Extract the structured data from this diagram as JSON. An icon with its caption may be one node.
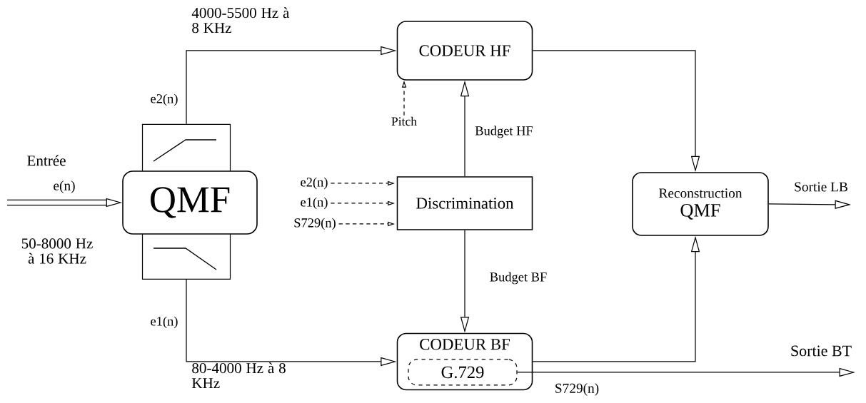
{
  "diagram": {
    "nodes": [
      {
        "text": [],
        "shape": "box"
      },
      {
        "text": [
          "QMF"
        ]
      },
      {
        "text": [
          "CODEUR HF"
        ]
      },
      {
        "text": [
          "Discrimination"
        ]
      },
      {
        "text": [
          "CODEUR BF"
        ]
      },
      {
        "text": [
          "G.729"
        ],
        "in": 4
      },
      {
        "text": [
          "Reconstruction",
          "QMF"
        ]
      },
      {
        "text": [
          "Pitch"
        ]
      },
      {
        "text": [
          "e2(n)"
        ]
      },
      {
        "text": [
          "e1(n)"
        ]
      },
      {
        "text": [
          "S729(n)"
        ]
      }
    ],
    "edges": [
      {
        "from": null,
        "to": 1,
        "arrow": "to",
        "label": "e(n)",
        "style": "thick"
      },
      {
        "from": 0,
        "to": 2,
        "arrow": "to",
        "label": "e2(n)"
      },
      {
        "from": 0,
        "to": 4,
        "arrow": "to",
        "label": "e1(n)"
      },
      {
        "from": 7,
        "to": 2,
        "arrow": "to",
        "style": "dashed"
      },
      {
        "from": 8,
        "to": 3,
        "arrow": "to",
        "style": "dashed"
      },
      {
        "from": 9,
        "to": 3,
        "arrow": "to",
        "style": "dashed"
      },
      {
        "from": 10,
        "to": 3,
        "arrow": "to",
        "style": "dashed"
      },
      {
        "from": 3,
        "to": 2,
        "arrow": "to",
        "label": "Budget HF"
      },
      {
        "from": 3,
        "to": 4,
        "arrow": "to",
        "label": "Budget BF"
      },
      {
        "from": 2,
        "to": 6,
        "arrow": "to"
      },
      {
        "from": 4,
        "to": 6,
        "arrow": "to"
      },
      {
        "from": 6,
        "to": null,
        "arrow": "to",
        "label": "Sortie LB"
      },
      {
        "from": 5,
        "to": null,
        "arrow": "to",
        "label": "S729(n)"
      }
    ],
    "labels": [
      "4000-5500 Hz à 8 KHz",
      "Entrée",
      "50-8000 Hz à 16 KHz",
      "Sortie BT",
      "80-4000 Hz à 8 KHz"
    ]
  }
}
